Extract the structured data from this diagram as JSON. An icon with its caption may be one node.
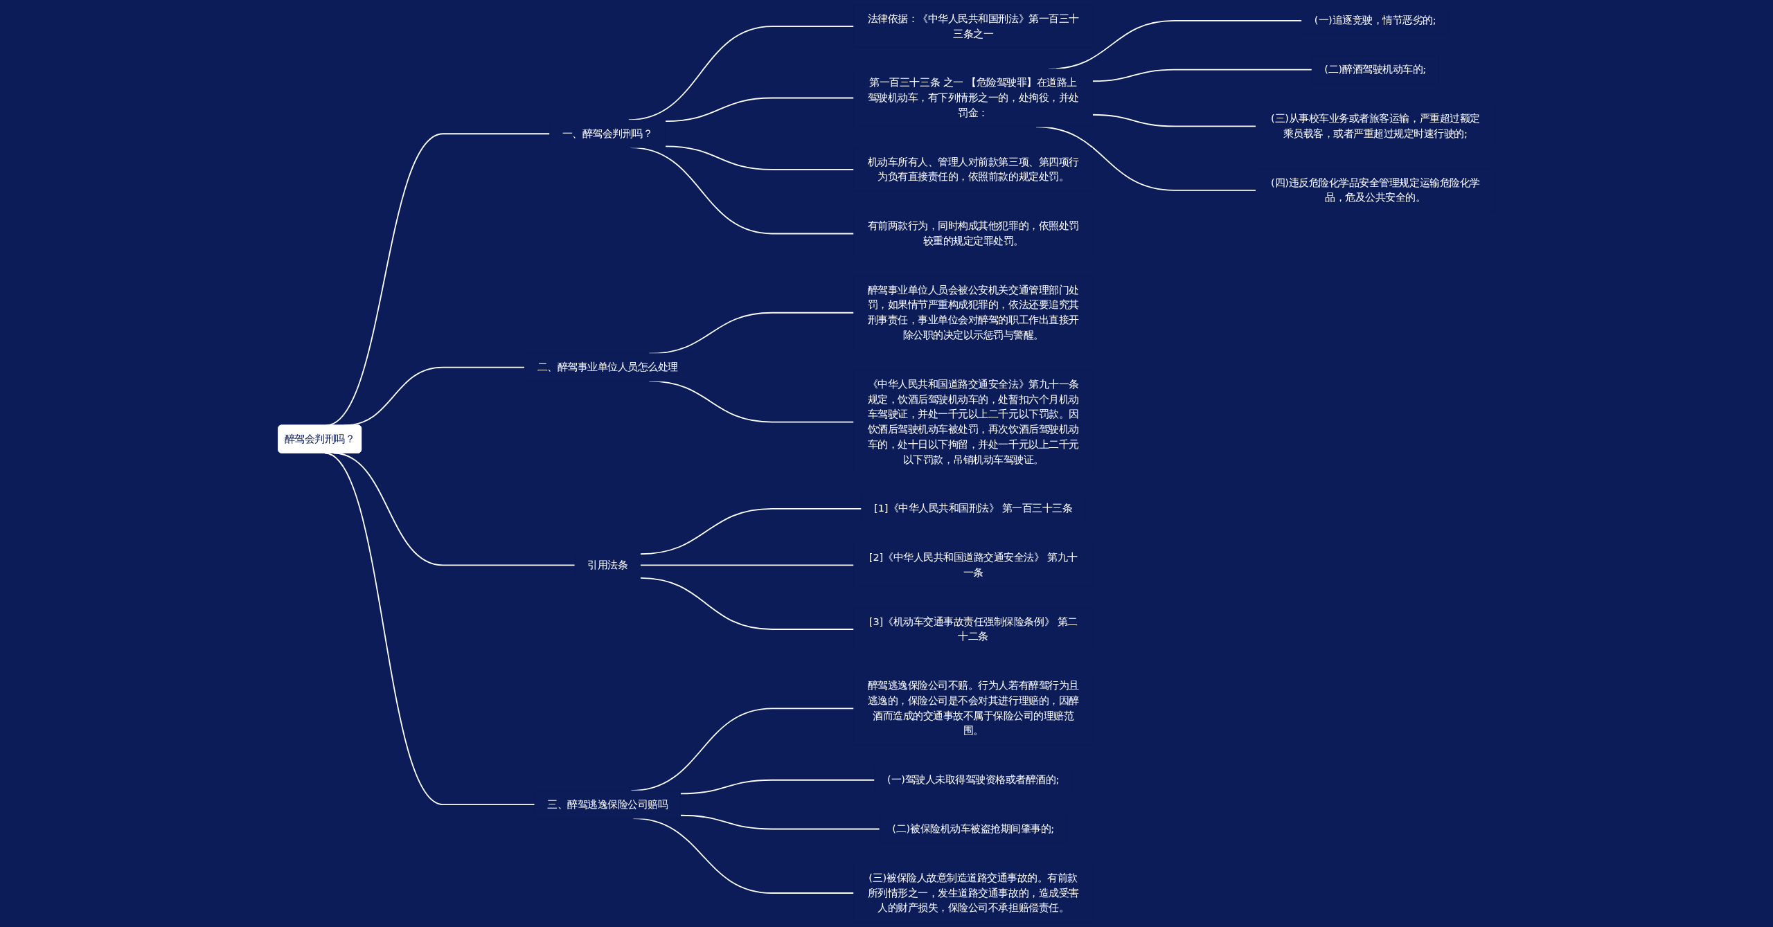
{
  "diagram": {
    "nodes": [
      {
        "text": [
          "醉驾会判刑吗？"
        ]
      },
      {
        "text": [
          "一、醉驾会判刑吗？"
        ]
      },
      {
        "text": [
          "法律依据：《中华人民共和国刑法》第一百三十三条之一"
        ]
      },
      {
        "text": [
          "第一百三十三条 之一 【危险驾驶罪】在道路上驾驶机动车，有下列情形之一的，处拘役，并处罚金："
        ]
      },
      {
        "text": [
          "(一)追逐竞驶，情节恶劣的;"
        ]
      },
      {
        "text": [
          "(二)醉酒驾驶机动车的;"
        ]
      },
      {
        "text": [
          "(三)从事校车业务或者旅客运输，严重超过额定乘员载客，或者严重超过规定时速行驶的;"
        ]
      },
      {
        "text": [
          "(四)违反危险化学品安全管理规定运输危险化学品，危及公共安全的。"
        ]
      },
      {
        "text": [
          "机动车所有人、管理人对前款第三项、第四项行为负有直接责任的，依照前款的规定处罚。"
        ]
      },
      {
        "text": [
          "有前两款行为，同时构成其他犯罪的，依照处罚较重的规定定罪处罚。"
        ]
      },
      {
        "text": [
          "二、醉驾事业单位人员怎么处理"
        ]
      },
      {
        "text": [
          "醉驾事业单位人员会被公安机关交通管理部门处罚，如果情节严重构成犯罪的，依法还要追究其刑事责任，事业单位会对醉驾的职工作出直接开除公职的决定以示惩罚与警醒。"
        ]
      },
      {
        "text": [
          "《中华人民共和国道路交通安全法》第九十一条规定，饮酒后驾驶机动车的，处暂扣六个月机动车驾驶证，并处一千元以上二千元以下罚款。因饮酒后驾驶机动车被处罚，再次饮酒后驾驶机动车的，处十日以下拘留，并处一千元以上二千元以下罚款，吊销机动车驾驶证。"
        ]
      },
      {
        "text": [
          "引用法条"
        ]
      },
      {
        "text": [
          "[1]《中华人民共和国刑法》 第一百三十三条"
        ]
      },
      {
        "text": [
          "[2]《中华人民共和国道路交通安全法》 第九十一条"
        ]
      },
      {
        "text": [
          "[3]《机动车交通事故责任强制保险条例》 第二十二条"
        ]
      },
      {
        "text": [
          "三、醉驾逃逸保险公司赔吗"
        ]
      },
      {
        "text": [
          "醉驾逃逸保险公司不赔。行为人若有醉驾行为且逃逸的，保险公司是不会对其进行理赔的，因醉酒而造成的交通事故不属于保险公司的理赔范围。"
        ]
      },
      {
        "text": [
          "(一)驾驶人未取得驾驶资格或者醉酒的;"
        ]
      },
      {
        "text": [
          "(二)被保险机动车被盗抢期间肇事的;"
        ]
      },
      {
        "text": [
          "(三)被保险人故意制造道路交通事故的。有前款所列情形之一，发生道路交通事故的，造成受害人的财产损失，保险公司不承担赔偿责任。"
        ]
      }
    ],
    "edges": [
      {
        "from": 0,
        "to": 1,
        "arrow": "none"
      },
      {
        "from": 1,
        "to": 2,
        "arrow": "none"
      },
      {
        "from": 1,
        "to": 3,
        "arrow": "none"
      },
      {
        "from": 3,
        "to": 4,
        "arrow": "none"
      },
      {
        "from": 3,
        "to": 5,
        "arrow": "none"
      },
      {
        "from": 3,
        "to": 6,
        "arrow": "none"
      },
      {
        "from": 3,
        "to": 7,
        "arrow": "none"
      },
      {
        "from": 1,
        "to": 8,
        "arrow": "none"
      },
      {
        "from": 1,
        "to": 9,
        "arrow": "none"
      },
      {
        "from": 0,
        "to": 10,
        "arrow": "none"
      },
      {
        "from": 10,
        "to": 11,
        "arrow": "none"
      },
      {
        "from": 10,
        "to": 12,
        "arrow": "none"
      },
      {
        "from": 0,
        "to": 13,
        "arrow": "none"
      },
      {
        "from": 13,
        "to": 14,
        "arrow": "none"
      },
      {
        "from": 13,
        "to": 15,
        "arrow": "none"
      },
      {
        "from": 13,
        "to": 16,
        "arrow": "none"
      },
      {
        "from": 0,
        "to": 17,
        "arrow": "none"
      },
      {
        "from": 17,
        "to": 18,
        "arrow": "none"
      },
      {
        "from": 17,
        "to": 19,
        "arrow": "none"
      },
      {
        "from": 17,
        "to": 20,
        "arrow": "none"
      },
      {
        "from": 17,
        "to": 21,
        "arrow": "none"
      }
    ]
  }
}
